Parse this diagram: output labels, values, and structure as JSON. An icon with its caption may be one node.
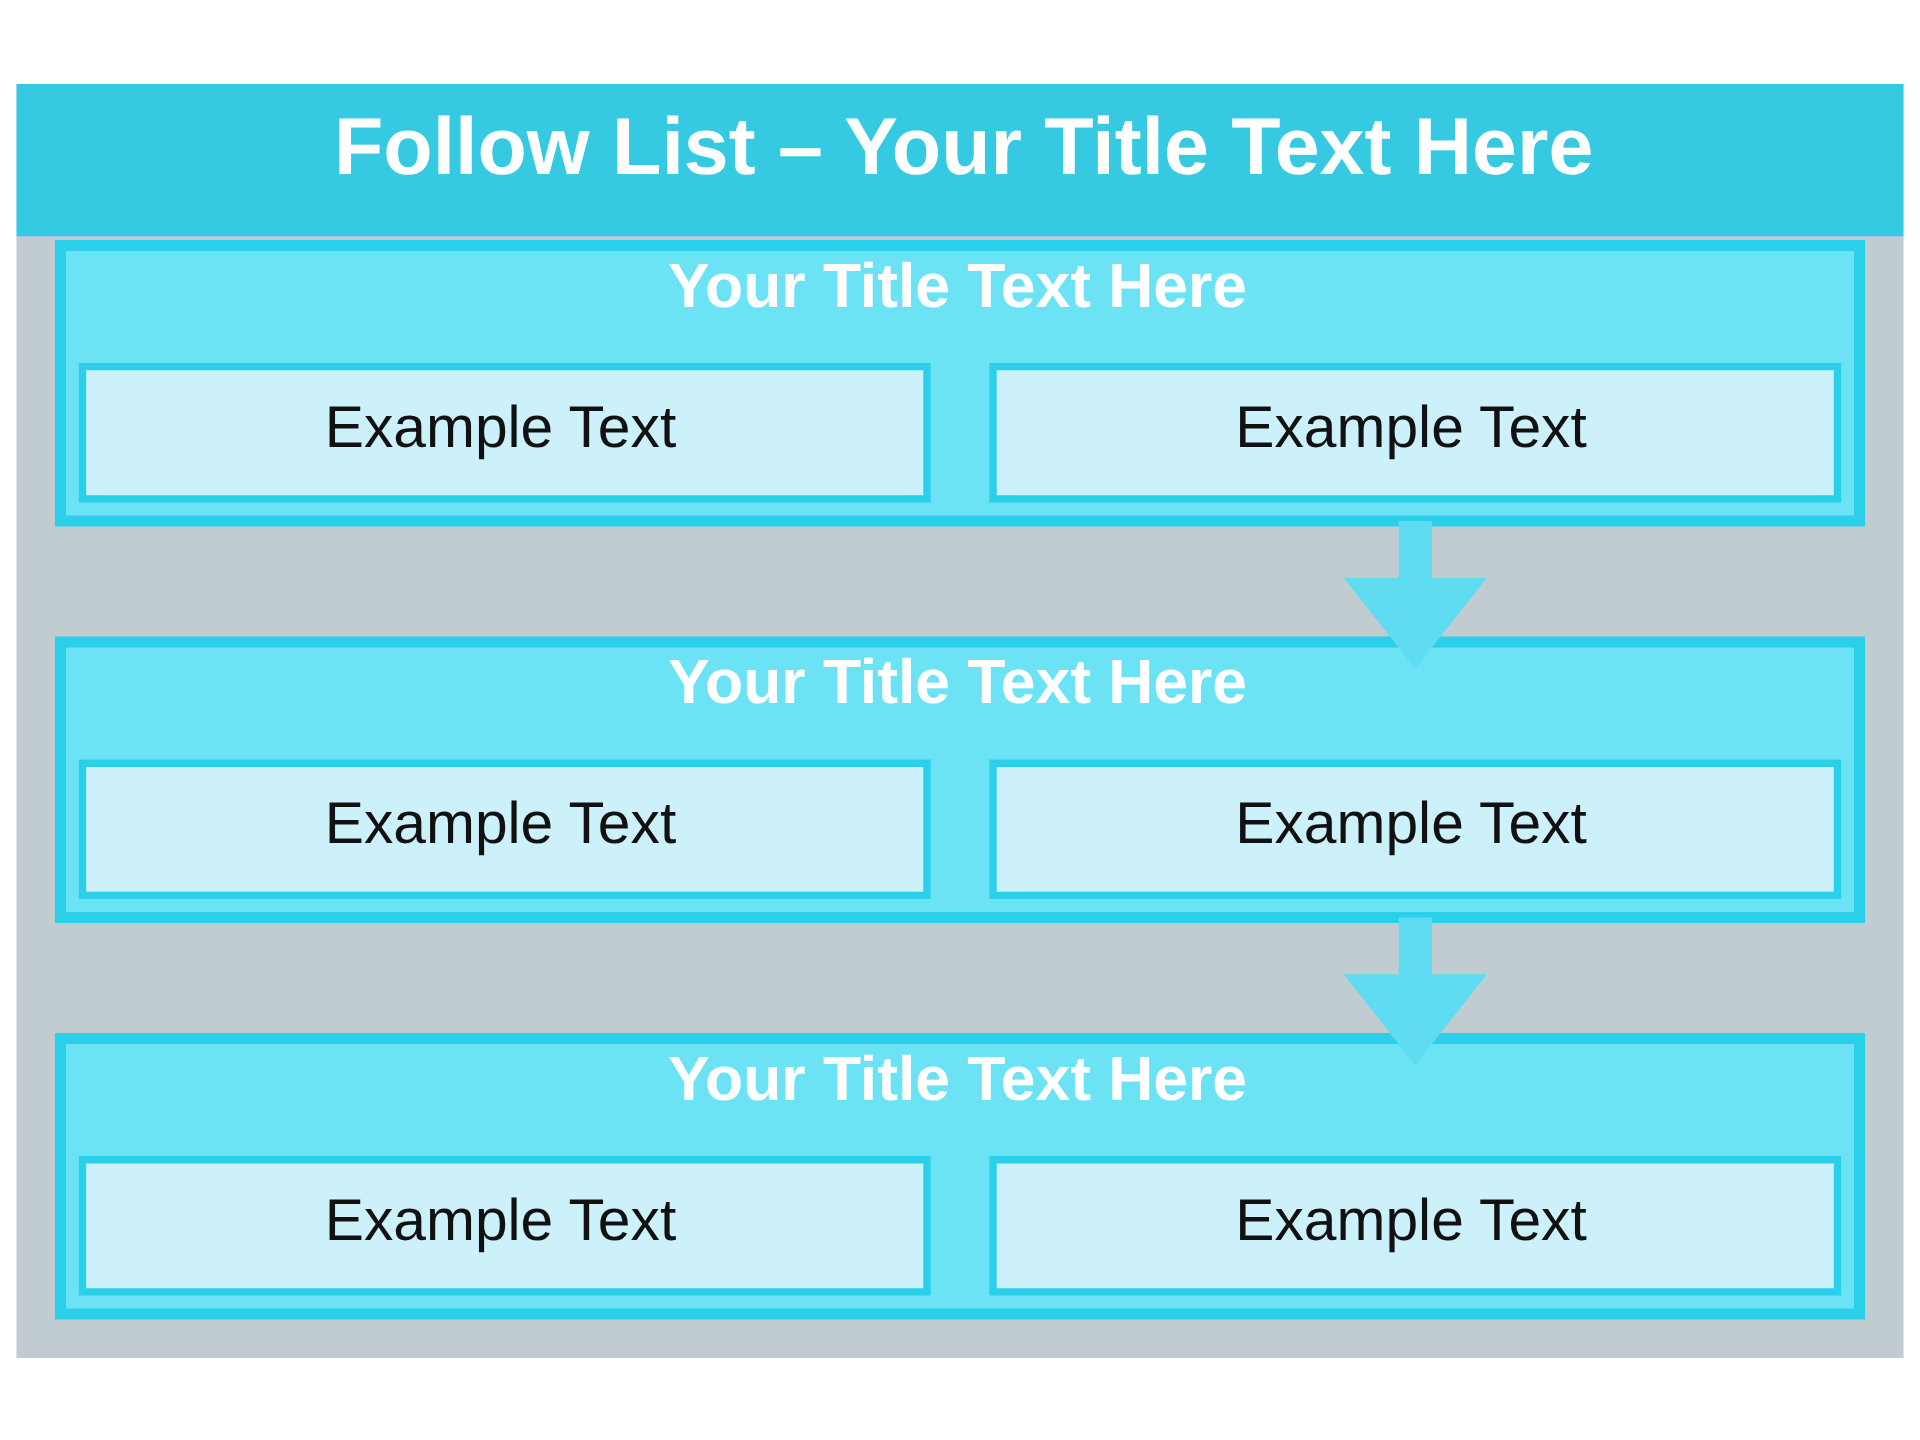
{
  "diagram": {
    "title": "Follow List – Your Title Text Here",
    "nodes": [
      {
        "text": [
          "Your Title Text Here"
        ]
      },
      {
        "text": [
          "Example Text"
        ],
        "in": 0
      },
      {
        "text": [
          "Example Text"
        ],
        "in": 0
      },
      {
        "text": [
          "Your Title Text Here"
        ]
      },
      {
        "text": [
          "Example Text"
        ],
        "in": 3
      },
      {
        "text": [
          "Example Text"
        ],
        "in": 3
      },
      {
        "text": [
          "Your Title Text Here"
        ]
      },
      {
        "text": [
          "Example Text"
        ],
        "in": 6
      },
      {
        "text": [
          "Example Text"
        ],
        "in": 6
      }
    ],
    "edges": [
      {
        "from": 0,
        "to": 3,
        "arrow": "to"
      },
      {
        "from": 3,
        "to": 6,
        "arrow": "to"
      }
    ]
  }
}
